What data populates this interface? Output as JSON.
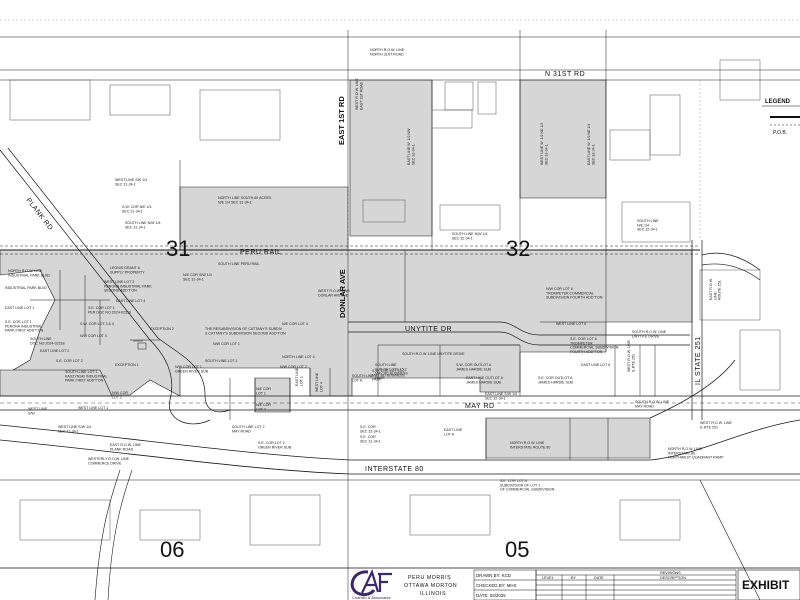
{
  "colors": {
    "parcel_fill": "#d6d6d6",
    "line": "#1a1a1a",
    "light_line": "#8a8a8a",
    "logo_purple": "#3a2a6a"
  },
  "sections": {
    "s31": "31",
    "s32": "32",
    "s06": "06",
    "s05": "05"
  },
  "roads": {
    "n31st_top": "N 31ST RD",
    "east_1st_rd": "EAST 1ST RD",
    "peru_rail": "PERU RAIL",
    "donlar_ave": "DONLAR AVE",
    "unytite_dr": "UNYTITE DR",
    "may_rd": "MAY RD",
    "interstate_80": "INTERSTATE 80",
    "state_251": "IL STATE 251",
    "plank_rd": "PLANK RD"
  },
  "labels": {
    "north_row_line_31st": [
      "NORTH R.O.W. LINE",
      "NORTH 31ST ROAD"
    ],
    "west_row_east_1st": [
      "WEST R.O.W. LINE",
      "EAST 1ST ROAD"
    ],
    "east_line_w12_nw": [
      "EAST LINE W. 1/2 NW",
      "SEC 32-34-1"
    ],
    "west_line_e12_ne": [
      "WEST LINE W. 1/2 NE 1/4",
      "SEC 32-34-1"
    ],
    "east_line_w12_ne": [
      "EAST LINE W. 1/2 NE 1/4",
      "SEC 32-34-1"
    ],
    "west_line_sw14": [
      "WEST LINE SW 1/4",
      "SEC 31-34-1"
    ],
    "sw_cor_ne14": [
      "S.W. COR N/E 1/4",
      "SEC 31-34-1"
    ],
    "south_line_nw14": [
      "SOUTH LINE N/W 1/4",
      "SEC 31-34-1"
    ],
    "north_line_south_60": [
      "NORTH LINE SOUTH 60 ACRES",
      "N/E 1/4 SEC 31-34-1"
    ],
    "south_line_nw_32": [
      "SOUTH LINE N/W 1/4",
      "SEC 32-34-1"
    ],
    "south_line_ne_32": [
      "SOUTH LINE",
      "N/E 1/4",
      "SEC 32-34-1"
    ],
    "north_row_peru": [
      "NORTH R.O.W. LINE",
      "INDUSTRIAL PARK BLVD"
    ],
    "leonis_grant": [
      "LEONIS GRANT &",
      "SUPPLY PROPERTY"
    ],
    "ne_cor_sw14": [
      "N/E COR S/W 1/4",
      "SEC 31-34-1"
    ],
    "south_line_peru_rail": "SOUTH LINE PERU RAIL",
    "west_line_lot3": [
      "WEST LINE LOT 3",
      "PERONA INDUSTRIAL PARK",
      "SECOND ADD'T'ON"
    ],
    "industrial_park_blvd": "INDUSTRIAL PARK BLVD",
    "east_line_lot1": "EAST LINE LOT 1",
    "se_cor_lot1": [
      "S.E. COR LOT 1",
      "PERONA INDUSTRIAL",
      "PARK FIRST ADD'T'ON"
    ],
    "east_line_lot4": "EAST LINE LOT 4",
    "se_cor_lot1b": [
      "S.E. COR LOT 1",
      "PER DOC NO 2024-02318"
    ],
    "sw_cor_lot34": "S.W. COR LOT 3 & 4",
    "nw_cor_lot4": "N/W COR LOT 4",
    "south_line_doc": [
      "SOUTH LINE",
      "DOC NO 2024-02318"
    ],
    "east_line_lot2": "EAST LINE LOT 2",
    "se_cor_lot2": "S.E. COR LOT 2",
    "south_line_lot1": [
      "SOUTH LINE LOT 1",
      "KASZYNSKI INDUSTRIAL",
      "PARK FIRST ADD'T'ON"
    ],
    "west_line_lot1": "WEST LINE LOT 1",
    "nw_cor_lot1": [
      "N/W COR",
      "LOT 1"
    ],
    "west_line_sw": [
      "WEST LINE S/W 1/4",
      "SEC 31-34-1"
    ],
    "east_row_plank": [
      "EAST R.O.W. LINE",
      "PLANK ROAD"
    ],
    "western_row_commerce": [
      "WESTERLY R.O.W. LINE",
      "COMMERCE DRIVE"
    ],
    "exception_2": "EXCEPTION 2",
    "resubdiv": [
      "THE RESUBDIVISION OF CATTANY'S SUBDIV",
      "& CATTANY'S SUBDIVISION SECOND ADD'T'ON"
    ],
    "ne_cor_lot4": "N/E COR LOT 4",
    "nw_cor_lot1b": "N/W COR LOT 1",
    "exception_1": "EXCEPTION 1",
    "nw_cor_lot1c": [
      "N/W COR LOT 1",
      "GREEN RIVER SUB"
    ],
    "north_line_lot4": "NORTH LINE LOT 4",
    "south_line_lot1b": "SOUTH LINE LOT 1",
    "nw_cor_lot2": "N/W COR LOT 2",
    "west_row_donlar": [
      "WEST R.O.W. LINE",
      "DONLAR AVENUE"
    ],
    "ne_cor_lot1": [
      "N/E COR",
      "LOT 1"
    ],
    "ne_cor_lot2": [
      "N/E COR",
      "LOT 2"
    ],
    "east_line_lot1b": [
      "EAST LINE",
      "LOT 1"
    ],
    "west_line_lot4": [
      "WEST LINE",
      "LOT 4"
    ],
    "south_line_lot2": [
      "SOUTH LINE LOT 2",
      "MAY ROAD"
    ],
    "se_cor_lot2b": [
      "S.E. COR LOT 2",
      "GREEN RIVER SUB"
    ],
    "south_row_unytite": "SOUTH R.O.W. LINE UNYTITE DRIVE",
    "sw_cor_lot15": [
      "S.W. COR LOT 15.2",
      "MAY RD BUSINESS",
      "PARK"
    ],
    "south_line_lots": [
      "SOUTH LINE",
      "SUB OF LOTS 15.2",
      "MAY RD BUSINESS",
      "PARK"
    ],
    "south_line_lota": [
      "SOUTH LINE",
      "LOT A"
    ],
    "sw_cor_outlot": [
      "S.W. COR OUTLOT A",
      "JAMES HARDIE SUB"
    ],
    "east_line_outlot": [
      "EAST LINE OUTLOT A",
      "JAMES HARDIE SUB"
    ],
    "se_cor_outlot": [
      "S.E. COR OUTLOT A",
      "JAMES HARDIE SUB"
    ],
    "east_line_sw14": [
      "EAST LINE S/W 1/4",
      "SEC 32-34-1"
    ],
    "se_cor_sec": [
      "S.E. COR",
      "SEC 32-34-1"
    ],
    "east_line_lota": [
      "EAST LINE",
      "LOT A"
    ],
    "nw_cor_lot6": [
      "N/W COR LOT 6",
      "TROMPETER COMMERCIAL",
      "SUBDIVISION FOURTH ADD'T'ON"
    ],
    "west_line_lot6": "WEST LINE LOT 6",
    "se_cor_lot6": [
      "S.E. COR LOT 6",
      "TROMPETER",
      "COMMERCIAL SUBDIVISION",
      "FOURTH ADD'T'ON"
    ],
    "south_row_unytite2": [
      "SOUTH R.O.W. LINE",
      "UNYTITE DRIVE"
    ],
    "east_line_lot6": "EAST LINE LOT 6",
    "west_row_il251": [
      "WEST R.O.W. LINE",
      "IL RTE 251"
    ],
    "east_row_il251": [
      "EAST R.O.W.",
      "LINE",
      "ROUTE 251"
    ],
    "south_row_may": [
      "SOUTH R.O.W. LINE",
      "MAY ROAD"
    ],
    "west_row_line": [
      "WEST R.O.W. LINE",
      "IL RTE 251"
    ],
    "north_row_i80": [
      "NORTH R.O.W. LINE",
      "INTERSTATE ROUTE 80"
    ],
    "north_row_ramp": [
      "NORTH R.O.W. LINE",
      "INTERSTATE 80",
      "NORTHWEST QUADRANT RAMP"
    ],
    "se_cor_lota": [
      "S.E. COR LOT A",
      "SUBDIVISION OF LOT 1",
      "OF COMMERCIAL SUBDIVISION"
    ],
    "se_cor_sec31": [
      "S.E. COR",
      "SEC 31-34-1"
    ],
    "west_line_sw2": [
      "WEST LINE",
      "S/W"
    ]
  },
  "legend": {
    "title": "LEGEND",
    "pob": "P.O.B."
  },
  "title_block": {
    "drawn_by": "DRAWN BY: KCD",
    "checked_by": "CHECKED BY: MHS",
    "date": "DATE: 03/2025",
    "rev_level": "LEVEL",
    "rev_by": "BY",
    "rev_date": "DATE",
    "rev_desc": "DESCRIPTION",
    "revisions": "REVISIONS",
    "cities_line1": "PERU   MORRIS",
    "cities_line2": "OTTAWA   MORTON",
    "state": "ILLINOIS",
    "firm": "Chamlin & Associates",
    "exhibit": "EXHIBIT"
  }
}
